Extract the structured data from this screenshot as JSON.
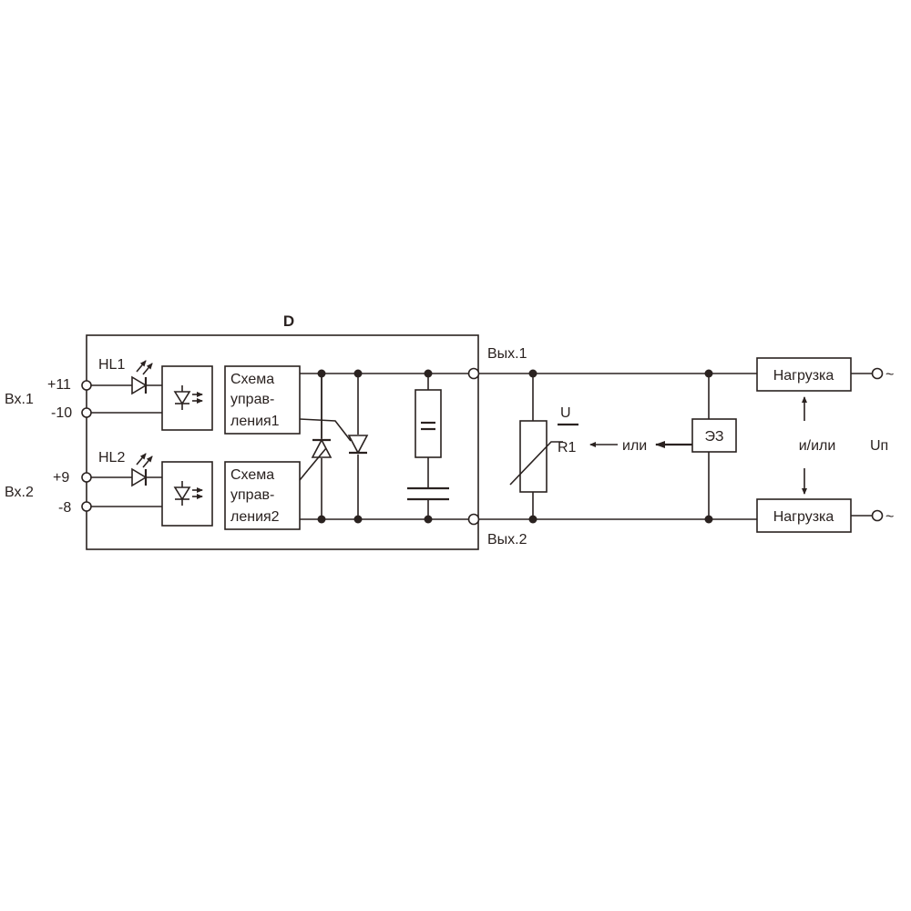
{
  "colors": {
    "ink": "#2a2220",
    "background": "#ffffff"
  },
  "labels": {
    "device": "D",
    "in1": "Вх.1",
    "in2": "Вх.2",
    "pin_plus11": "+11",
    "pin_minus10": "-10",
    "pin_plus9": "+9",
    "pin_minus8": "-8",
    "led1": "HL1",
    "led2": "HL2",
    "out1": "Вых.1",
    "out2": "Вых.2",
    "varistor_u": "U",
    "varistor_r1": "R1",
    "or": "или",
    "ez": "ЭЗ",
    "and_or": "и/или",
    "supply": "Uп",
    "tilde": "~"
  },
  "ctrl1": {
    "line1": "Схема",
    "line2": "управ-",
    "line3": "ления1"
  },
  "ctrl2": {
    "line1": "Схема",
    "line2": "управ-",
    "line3": "ления2"
  },
  "load_top": "Нагрузка",
  "load_bottom": "Нагрузка",
  "icons": [
    "optocoupler-icon",
    "led-icon",
    "thyristor-icon",
    "varistor-icon",
    "capacitor-icon",
    "fuse-icon",
    "arrow-icon",
    "terminal-icon"
  ]
}
